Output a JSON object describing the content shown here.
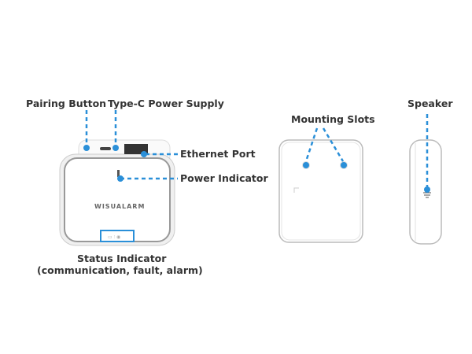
{
  "labels": {
    "pairing_button": "Pairing Button",
    "type_c": "Type-C Power Supply",
    "ethernet": "Ethernet Port",
    "power_indicator": "Power Indicator",
    "status_indicator": "Status Indicator",
    "status_detail": "(communication, fault, alarm)",
    "mounting_slots": "Mounting Slots",
    "speaker": "Speaker"
  },
  "logo_text": "WISUALARM",
  "colors": {
    "accent": "#2a8fd8",
    "body": "#ffffff",
    "outline": "#c8c8c8"
  }
}
